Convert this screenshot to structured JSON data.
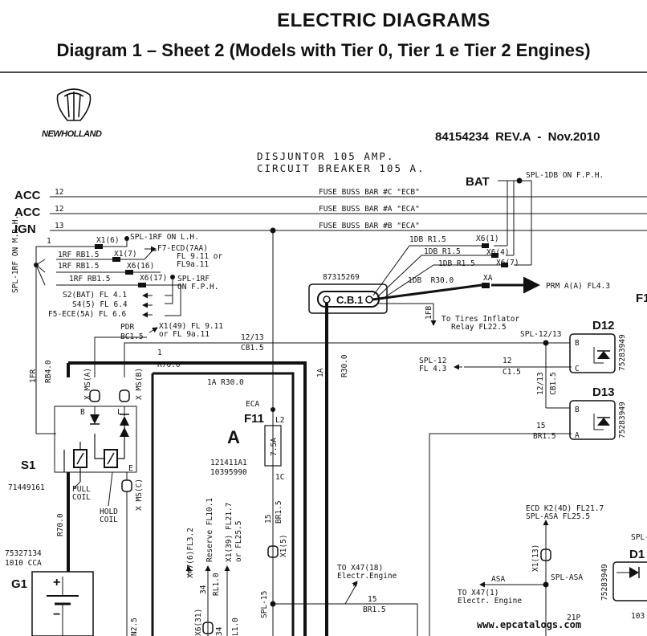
{
  "header": {
    "title": "ELECTRIC DIAGRAMS",
    "subtitle": "Diagram 1 – Sheet 2 (Models with Tier 0, Tier 1 e Tier 2 Engines)"
  },
  "brand": {
    "name": "NEWHOLLAND"
  },
  "doc_ref": "84154234  REV.A  -  Nov.2010",
  "breaker_title": [
    "DISJUNTOR 105 AMP.",
    "CIRCUIT BREAKER 105 A."
  ],
  "bus": {
    "acc1": "ACC",
    "acc2": "ACC",
    "ign": "IGN",
    "w12a": "12",
    "w12b": "12",
    "w13": "13",
    "ecb": "FUSE BUSS BAR #C \"ECB\"",
    "eca_a": "FUSE BUSS BAR #A \"ECA\"",
    "eca_b": "FUSE BUSS BAR #B \"ECA\""
  },
  "bat": {
    "label": "BAT",
    "spl": "SPL-1DB ON F.P.H.",
    "w1": "1DB R1.5",
    "w2": "1DB R1.5",
    "w3": "1DB R1.5",
    "x1": "X6(1)",
    "x2": "X6(4)",
    "x3": "X6(7)",
    "w30": "1DB  R30.0",
    "xa": "XA",
    "prm": "PRM A(A) FL4.3",
    "f1": "F1"
  },
  "cb": {
    "part": "87315269",
    "label": "C.B.1",
    "w1fb": "1FB",
    "tires1": "To Tires Inflator",
    "tires2": "Relay FL22.5"
  },
  "left": {
    "w1": "1",
    "w2": "1RF RB1.5",
    "w3": "1RF RB1.5",
    "w4": "1RF RB1.5",
    "x1": "X1(6)",
    "x2": "X1(7)",
    "x3": "X6(16)",
    "x4": "X6(17)",
    "spl_lh": "SPL-1RF ON L.H.",
    "f7": "F7-ECD(7AA)",
    "f7b": "FL 9.11 or",
    "f7c": "FL9a.11",
    "spl_fph1": "SPL-1RF",
    "spl_fph2": "ON F.P.H.",
    "s2": "S2(BAT) FL 4.1",
    "s4": "S4(5) FL 6.4",
    "f5": "F5-ECE(5A) FL 6.6",
    "spl_mrh": "SPL-1RF ON M.R.H.",
    "pdr": "PDR",
    "bc15": "BC1.5",
    "x149": "X1(49) FL 9.11",
    "x149b": "or FL 9a.11",
    "w1213": "12/13",
    "cb15": "CB1.5",
    "r70a": "R70.0",
    "w1a": "1A R30.0",
    "r30": "R30.0",
    "w1a2": "1A",
    "w1fr": "1FR",
    "rb40": "RB4.0"
  },
  "s1": {
    "label": "S1",
    "part": "71449161",
    "pull": "PULL",
    "pull2": "COIL",
    "hold": "HOLD",
    "hold2": "COIL",
    "xmsa": "X MS(A)",
    "xmsb": "X MS(B)",
    "xmsc": "X MS(C)",
    "b1": "B",
    "l1": "L",
    "e1": "E"
  },
  "g1": {
    "label": "G1",
    "part": "75327134",
    "cca": "1010 CCA",
    "r70": "R70.0",
    "plus": "+",
    "minus": "−"
  },
  "f11": {
    "eca": "ECA",
    "label": "F11",
    "amp": "7.5A",
    "l2": "L2",
    "l1c": "1C",
    "part1": "121411A1",
    "part2": "10395990",
    "w15": "15",
    "br15": "BR1.5",
    "x15": "X1(5)"
  },
  "bottom": {
    "x47": "X47(6)FL3.2",
    "reserve": "Reserve FL10.1",
    "x139": "X1(39) FL21.7",
    "x139b": "or FL25.5",
    "w34": "34",
    "rl10": "RL1.0",
    "x631": "X6(31)",
    "w34b": "34",
    "n25": "N2.5",
    "l10": "L1.0",
    "to47a": "TO X47(18)",
    "to47b": "Electr.Engine",
    "spl15": "SPL-15",
    "w15": "15",
    "br15": "BR1.5"
  },
  "right": {
    "spl1213": "SPL-12/13",
    "d12": "D12",
    "d12p": "75283949",
    "spl12": "SPL-12",
    "fl43": "FL 4.3",
    "w12": "12",
    "c15": "C1.5",
    "w1213v": "12/13",
    "cb15v": "CB1.5",
    "d13": "D13",
    "d13p": "75283949",
    "w15": "15",
    "br15": "BR1.5",
    "ba": "B",
    "ca": "C",
    "aa": "A",
    "bb": "B",
    "ab": "A",
    "ecd1": "ECD K2(4D) FL21.7",
    "ecd2": "SPL-ASA FL25.5",
    "x113": "X1(13)",
    "asa": "ASA",
    "splasa": "SPL-ASA",
    "to47a": "TO X47(1)",
    "to47b": "Electr. Engine",
    "d1": "D1",
    "d1p": "75283949",
    "spl_cut": "SPL-",
    "w103": "103",
    "w21p": "21P",
    "epc": "www.epcatalogs.com"
  }
}
